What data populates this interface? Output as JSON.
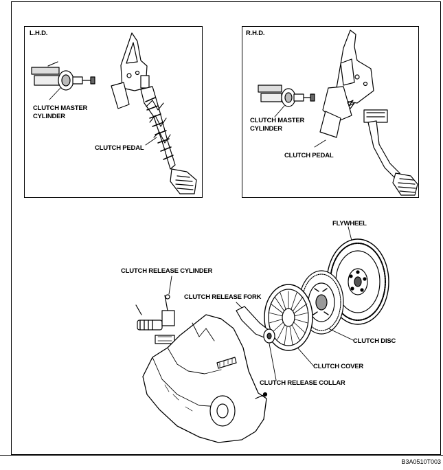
{
  "panels": {
    "lhd": {
      "title": "L.H.D.",
      "master_cylinder_line1": "CLUTCH MASTER",
      "master_cylinder_line2": "CYLINDER",
      "pedal": "CLUTCH PEDAL"
    },
    "rhd": {
      "title": "R.H.D.",
      "master_cylinder_line1": "CLUTCH MASTER",
      "master_cylinder_line2": "CYLINDER",
      "pedal": "CLUTCH PEDAL"
    }
  },
  "assembly": {
    "flywheel": "FLYWHEEL",
    "release_cylinder": "CLUTCH RELEASE CYLINDER",
    "release_fork": "CLUTCH RELEASE FORK",
    "disc": "CLUTCH DISC",
    "cover": "CLUTCH COVER",
    "release_collar": "CLUTCH RELEASE COLLAR"
  },
  "figure_code": "B3A0510T003",
  "colors": {
    "line": "#000000",
    "background": "#ffffff"
  }
}
